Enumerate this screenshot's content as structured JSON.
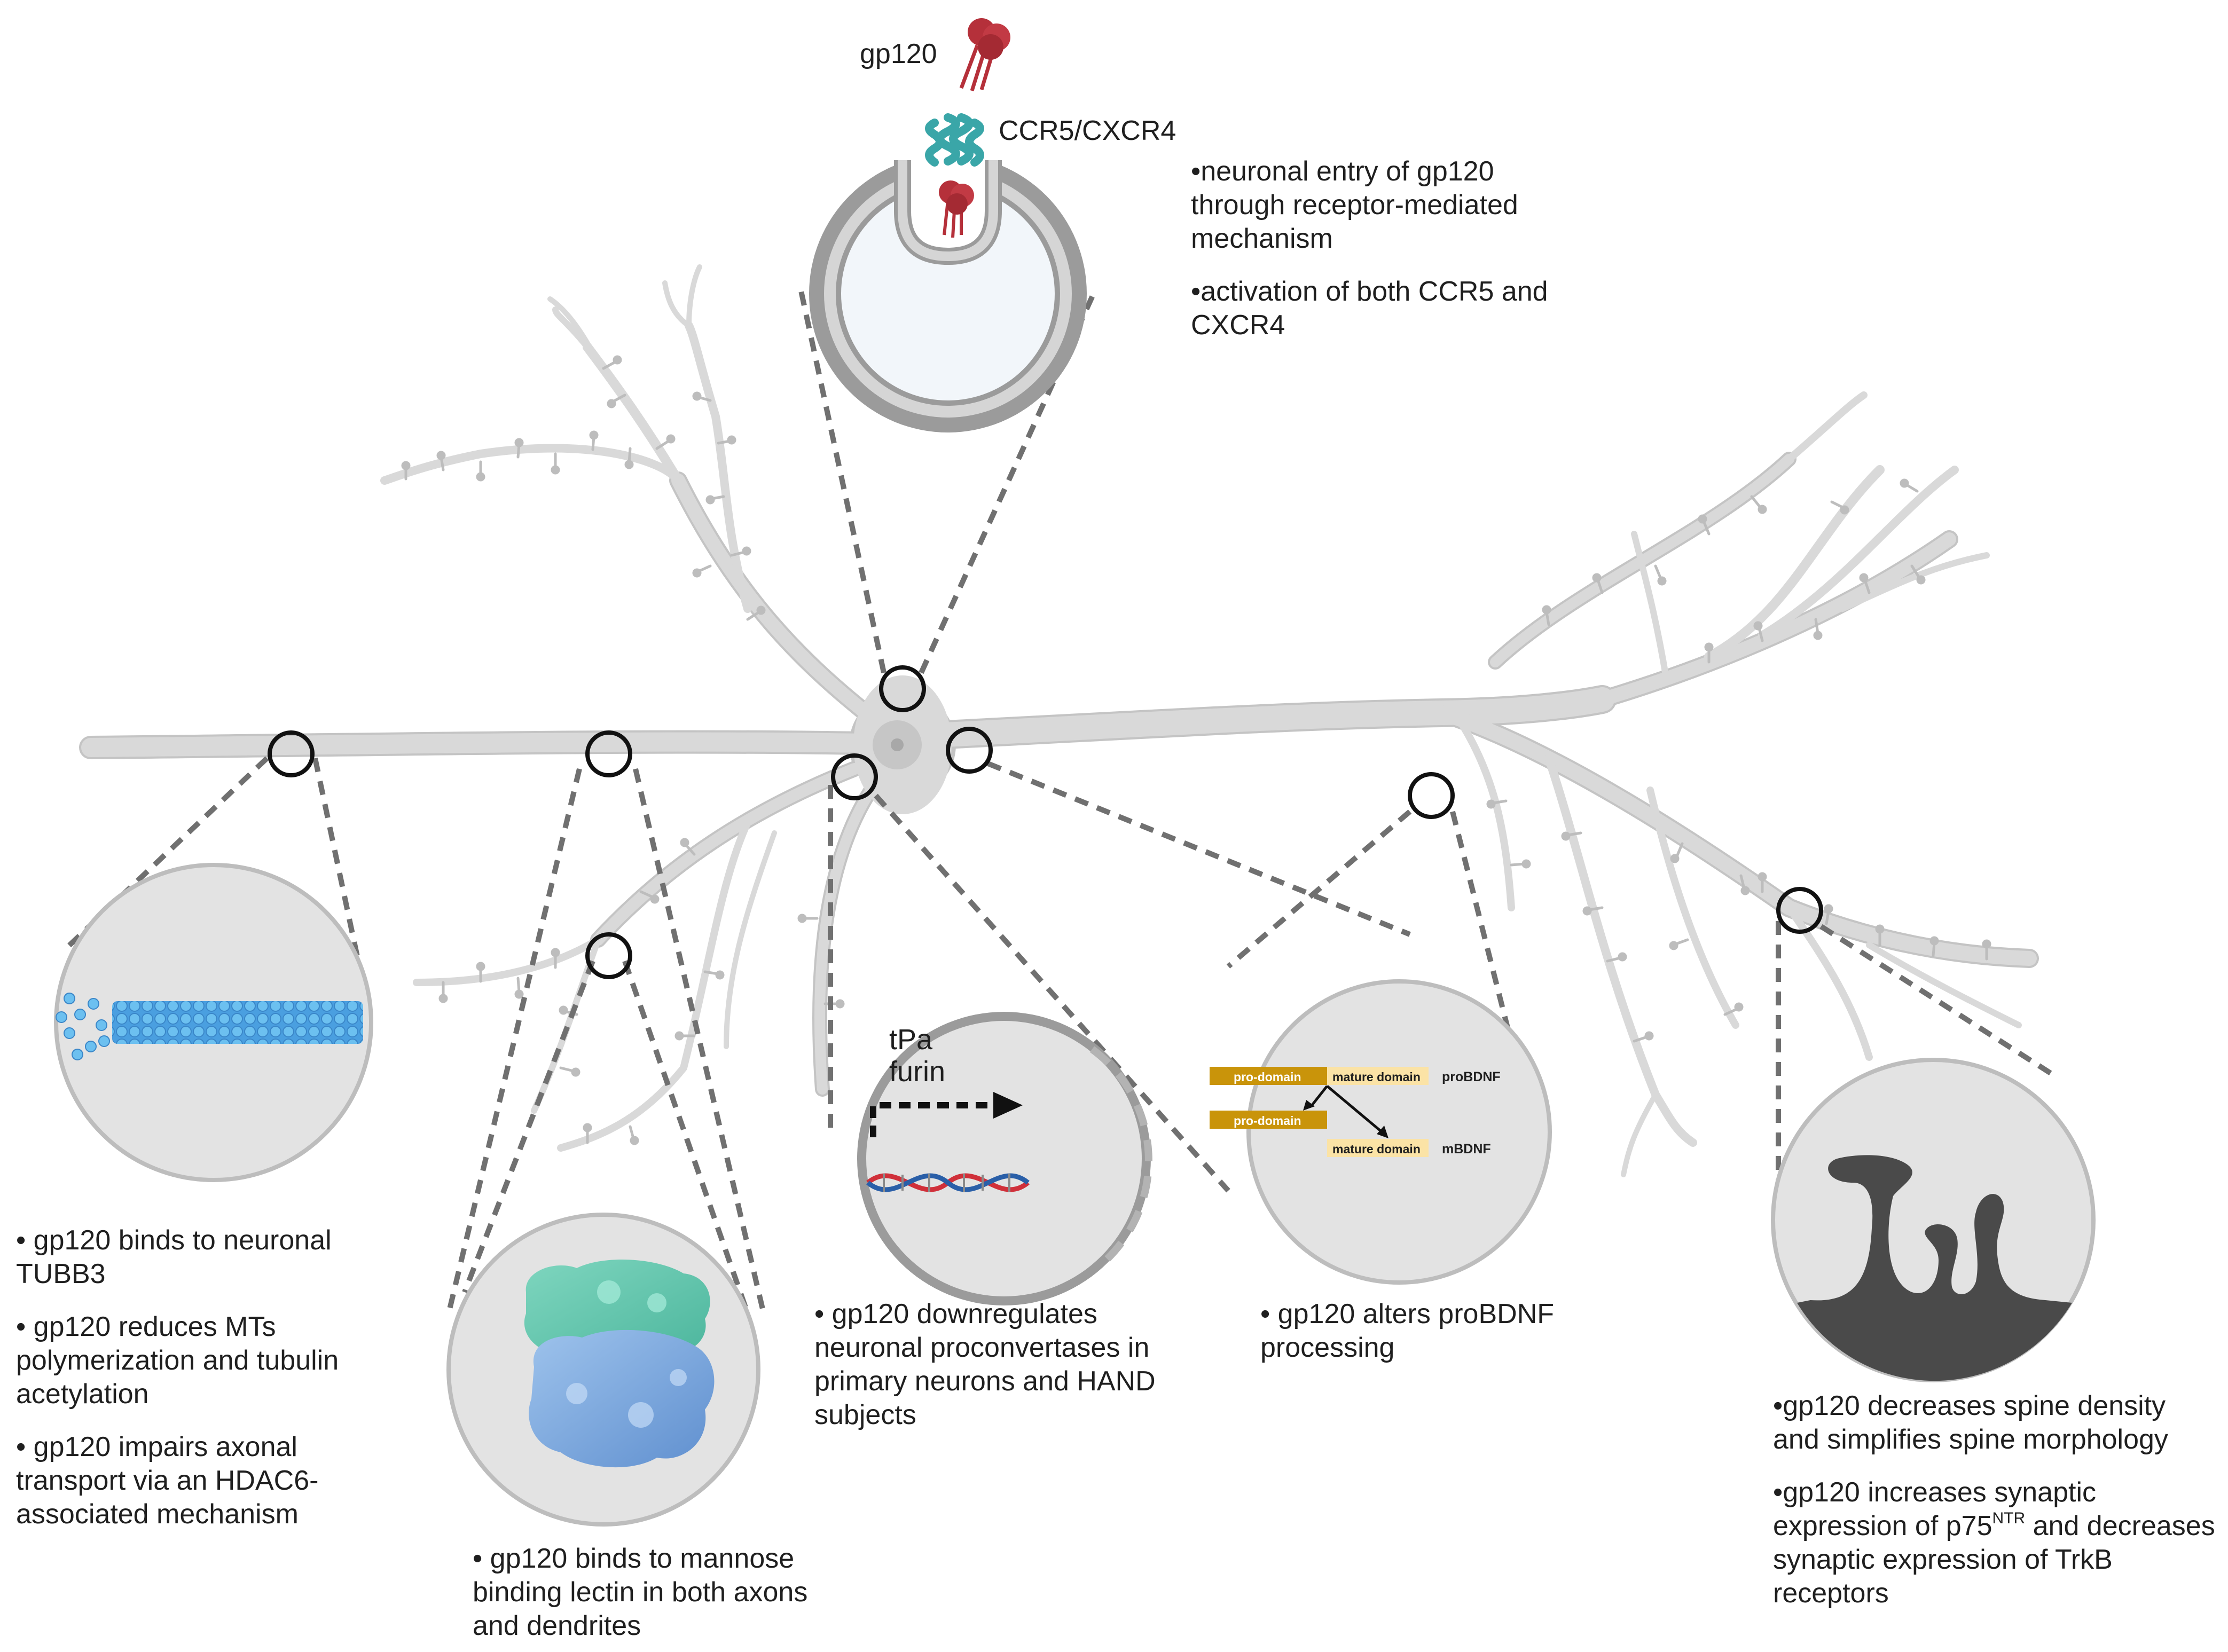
{
  "top_inset": {
    "gp120_label": "gp120",
    "receptor_label": "CCR5/CXCR4",
    "bullets": [
      "•neuronal entry of gp120 through receptor-mediated mechanism",
      "•activation of both CCR5 and CXCR4"
    ]
  },
  "tubulin_inset": {
    "bullets": [
      "• gp120 binds to neuronal TUBB3",
      "• gp120 reduces MTs polymerization and tubulin acetylation",
      "• gp120 impairs axonal transport via an HDAC6-associated mechanism"
    ]
  },
  "lectin_inset": {
    "bullets": [
      "• gp120 binds to mannose binding lectin in both axons and dendrites"
    ]
  },
  "nucleus_inset": {
    "enzyme_1": "tPa",
    "enzyme_2": "furin",
    "bullets": [
      "• gp120 downregulates neuronal proconvertases in primary neurons and HAND subjects"
    ]
  },
  "bdnf_inset": {
    "pro_domain": "pro-domain",
    "mature_domain": "mature domain",
    "probdnf_label": "proBDNF",
    "mbdnf_label": "mBDNF",
    "bullets": [
      "• gp120 alters proBDNF processing"
    ]
  },
  "spine_inset": {
    "bullet_1": "•gp120 decreases spine density and simplifies spine morphology",
    "bullet_2_part1": "•gp120 increases synaptic expression of p75",
    "bullet_2_sup": "NTR",
    "bullet_2_part2": " and decreases synaptic expression of TrkB receptors"
  },
  "colors": {
    "neuron_fill": "#d9d9d9",
    "neuron_edge": "#c4c4c4",
    "gp120_red": "#b5303a",
    "receptor_teal": "#3aa6a8",
    "dashed_line": "#707070",
    "domain_gold": "#c9940a",
    "domain_light": "#fbe3a6",
    "dna_red": "#d0303a",
    "dna_blue": "#2a5fa8",
    "microtubule_blue": "#5aaee6",
    "spine_dark": "#4a4a4a"
  }
}
